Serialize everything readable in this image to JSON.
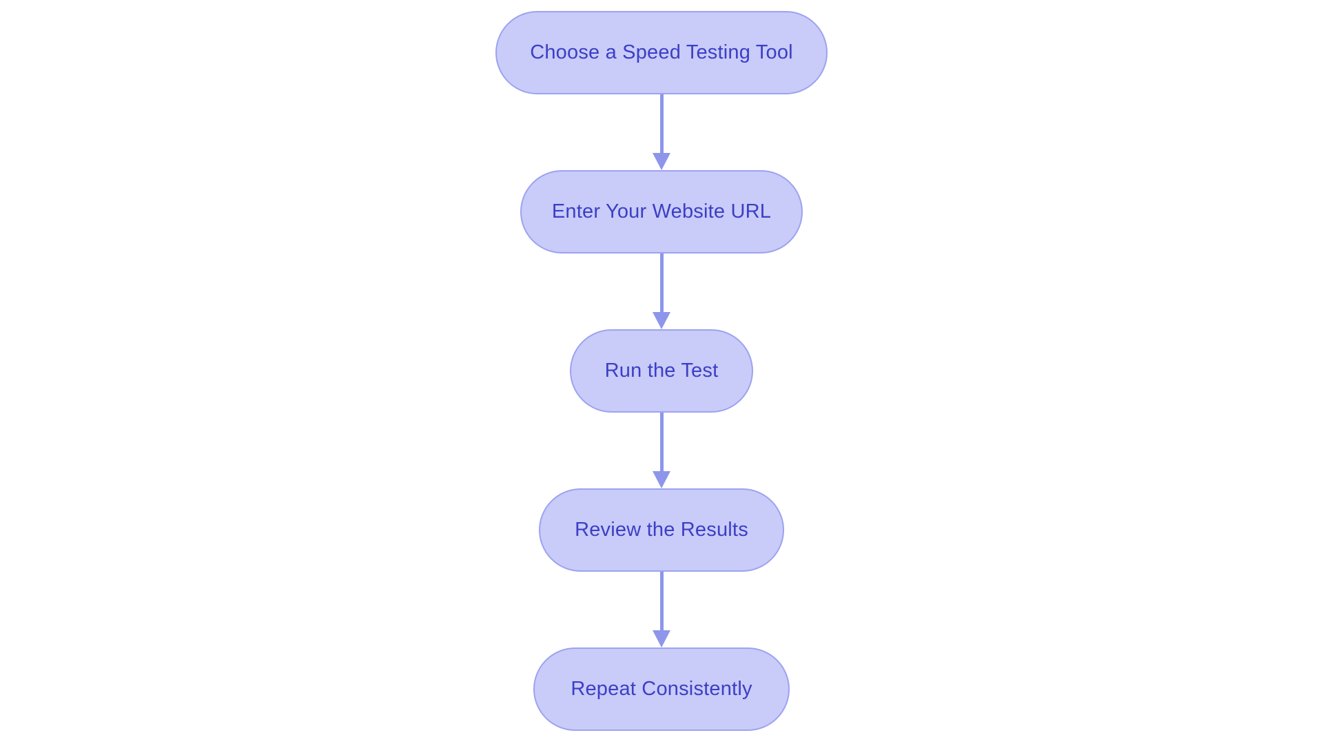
{
  "diagram": {
    "type": "flowchart",
    "direction": "top-down",
    "steps": [
      {
        "label": "Choose a Speed Testing Tool"
      },
      {
        "label": "Enter Your Website URL"
      },
      {
        "label": "Run the Test"
      },
      {
        "label": "Review the Results"
      },
      {
        "label": "Repeat Consistently"
      }
    ],
    "connections": [
      {
        "from": 0,
        "to": 1,
        "style": "arrow-down"
      },
      {
        "from": 1,
        "to": 2,
        "style": "arrow-down"
      },
      {
        "from": 2,
        "to": 3,
        "style": "arrow-down"
      },
      {
        "from": 3,
        "to": 4,
        "style": "arrow-down"
      }
    ],
    "colors": {
      "background": "#ffffff",
      "node_fill": "#c9cbf9",
      "node_border": "#9ca3ef",
      "node_text": "#3b3fc4",
      "arrow": "#8d96ea"
    }
  }
}
